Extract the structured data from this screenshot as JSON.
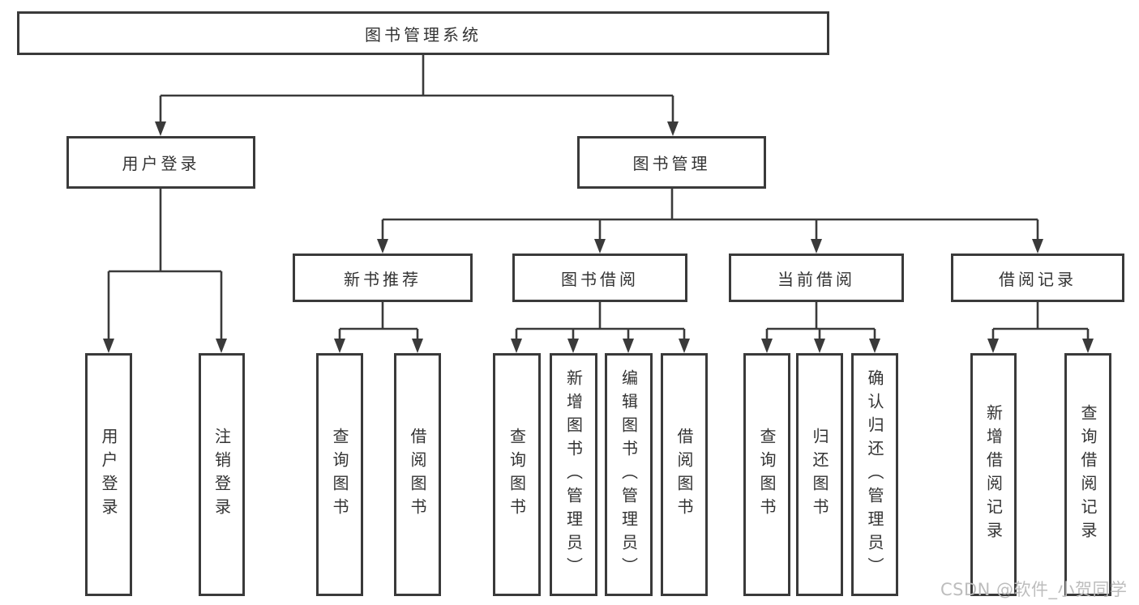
{
  "tree": {
    "root": {
      "label": "图书管理系统"
    },
    "branches": [
      {
        "label": "用户登录",
        "children": [
          {
            "label": "用户登录"
          },
          {
            "label": "注销登录"
          }
        ]
      },
      {
        "label": "图书管理",
        "sections": [
          {
            "label": "新书推荐",
            "children": [
              {
                "label": "查询图书"
              },
              {
                "label": "借阅图书"
              }
            ]
          },
          {
            "label": "图书借阅",
            "children": [
              {
                "label": "查询图书"
              },
              {
                "label": "新增图书（管理员）"
              },
              {
                "label": "编辑图书（管理员）"
              },
              {
                "label": "借阅图书"
              }
            ]
          },
          {
            "label": "当前借阅",
            "children": [
              {
                "label": "查询图书"
              },
              {
                "label": "归还图书"
              },
              {
                "label": "确认归还（管理员）"
              }
            ]
          },
          {
            "label": "借阅记录",
            "children": [
              {
                "label": "新增借阅记录"
              },
              {
                "label": "查询借阅记录"
              }
            ]
          }
        ]
      }
    ]
  },
  "watermark": {
    "text": "CSDN @软件_小贺同学"
  },
  "colors": {
    "line": "#3a3a3a",
    "text": "#333333",
    "background": "#ffffff",
    "watermark": "#bdbdbd"
  }
}
